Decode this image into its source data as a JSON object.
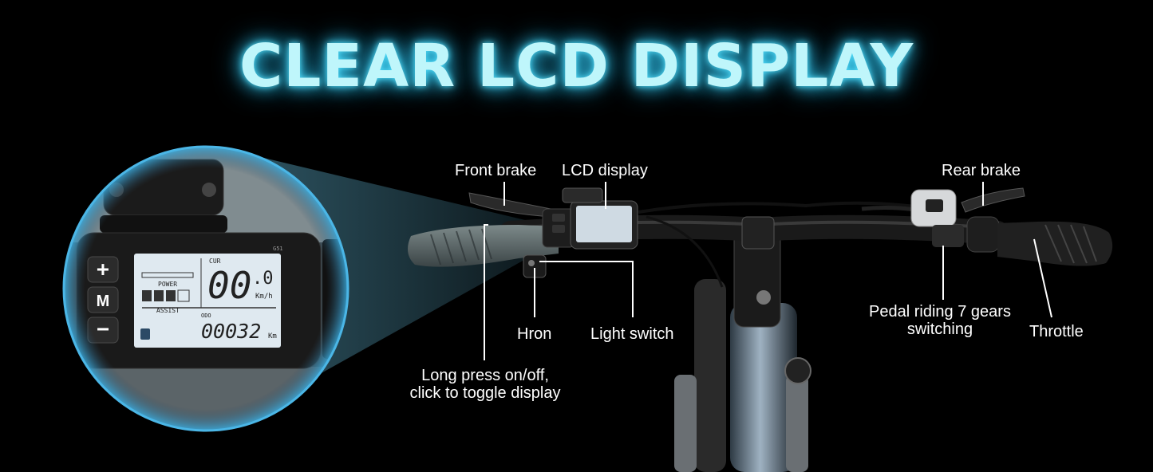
{
  "title": "CLEAR LCD DISPLAY",
  "labels": {
    "front_brake": "Front brake",
    "lcd_display": "LCD display",
    "rear_brake": "Rear brake",
    "hron": "Hron",
    "light_switch": "Light switch",
    "long_press_line1": "Long press on/off,",
    "long_press_line2": "click to toggle display",
    "pedal_line1": "Pedal riding 7 gears",
    "pedal_line2": "switching",
    "throttle": "Throttle"
  },
  "lcd": {
    "cur_label": "CUR",
    "speed": "00",
    "speed_decimal": ".0",
    "speed_unit": "Km/h",
    "power_label": "POWER",
    "assist_label": "ASSIST",
    "odo_label": "ODO",
    "odo_value": "00032",
    "odo_unit": "Km",
    "model": "G51",
    "buttons": {
      "plus": "+",
      "mode": "M",
      "minus": "−"
    }
  },
  "colors": {
    "title_glow": "#56e2ff",
    "lcd_screen": "#dfe9f0",
    "background": "#000000"
  }
}
